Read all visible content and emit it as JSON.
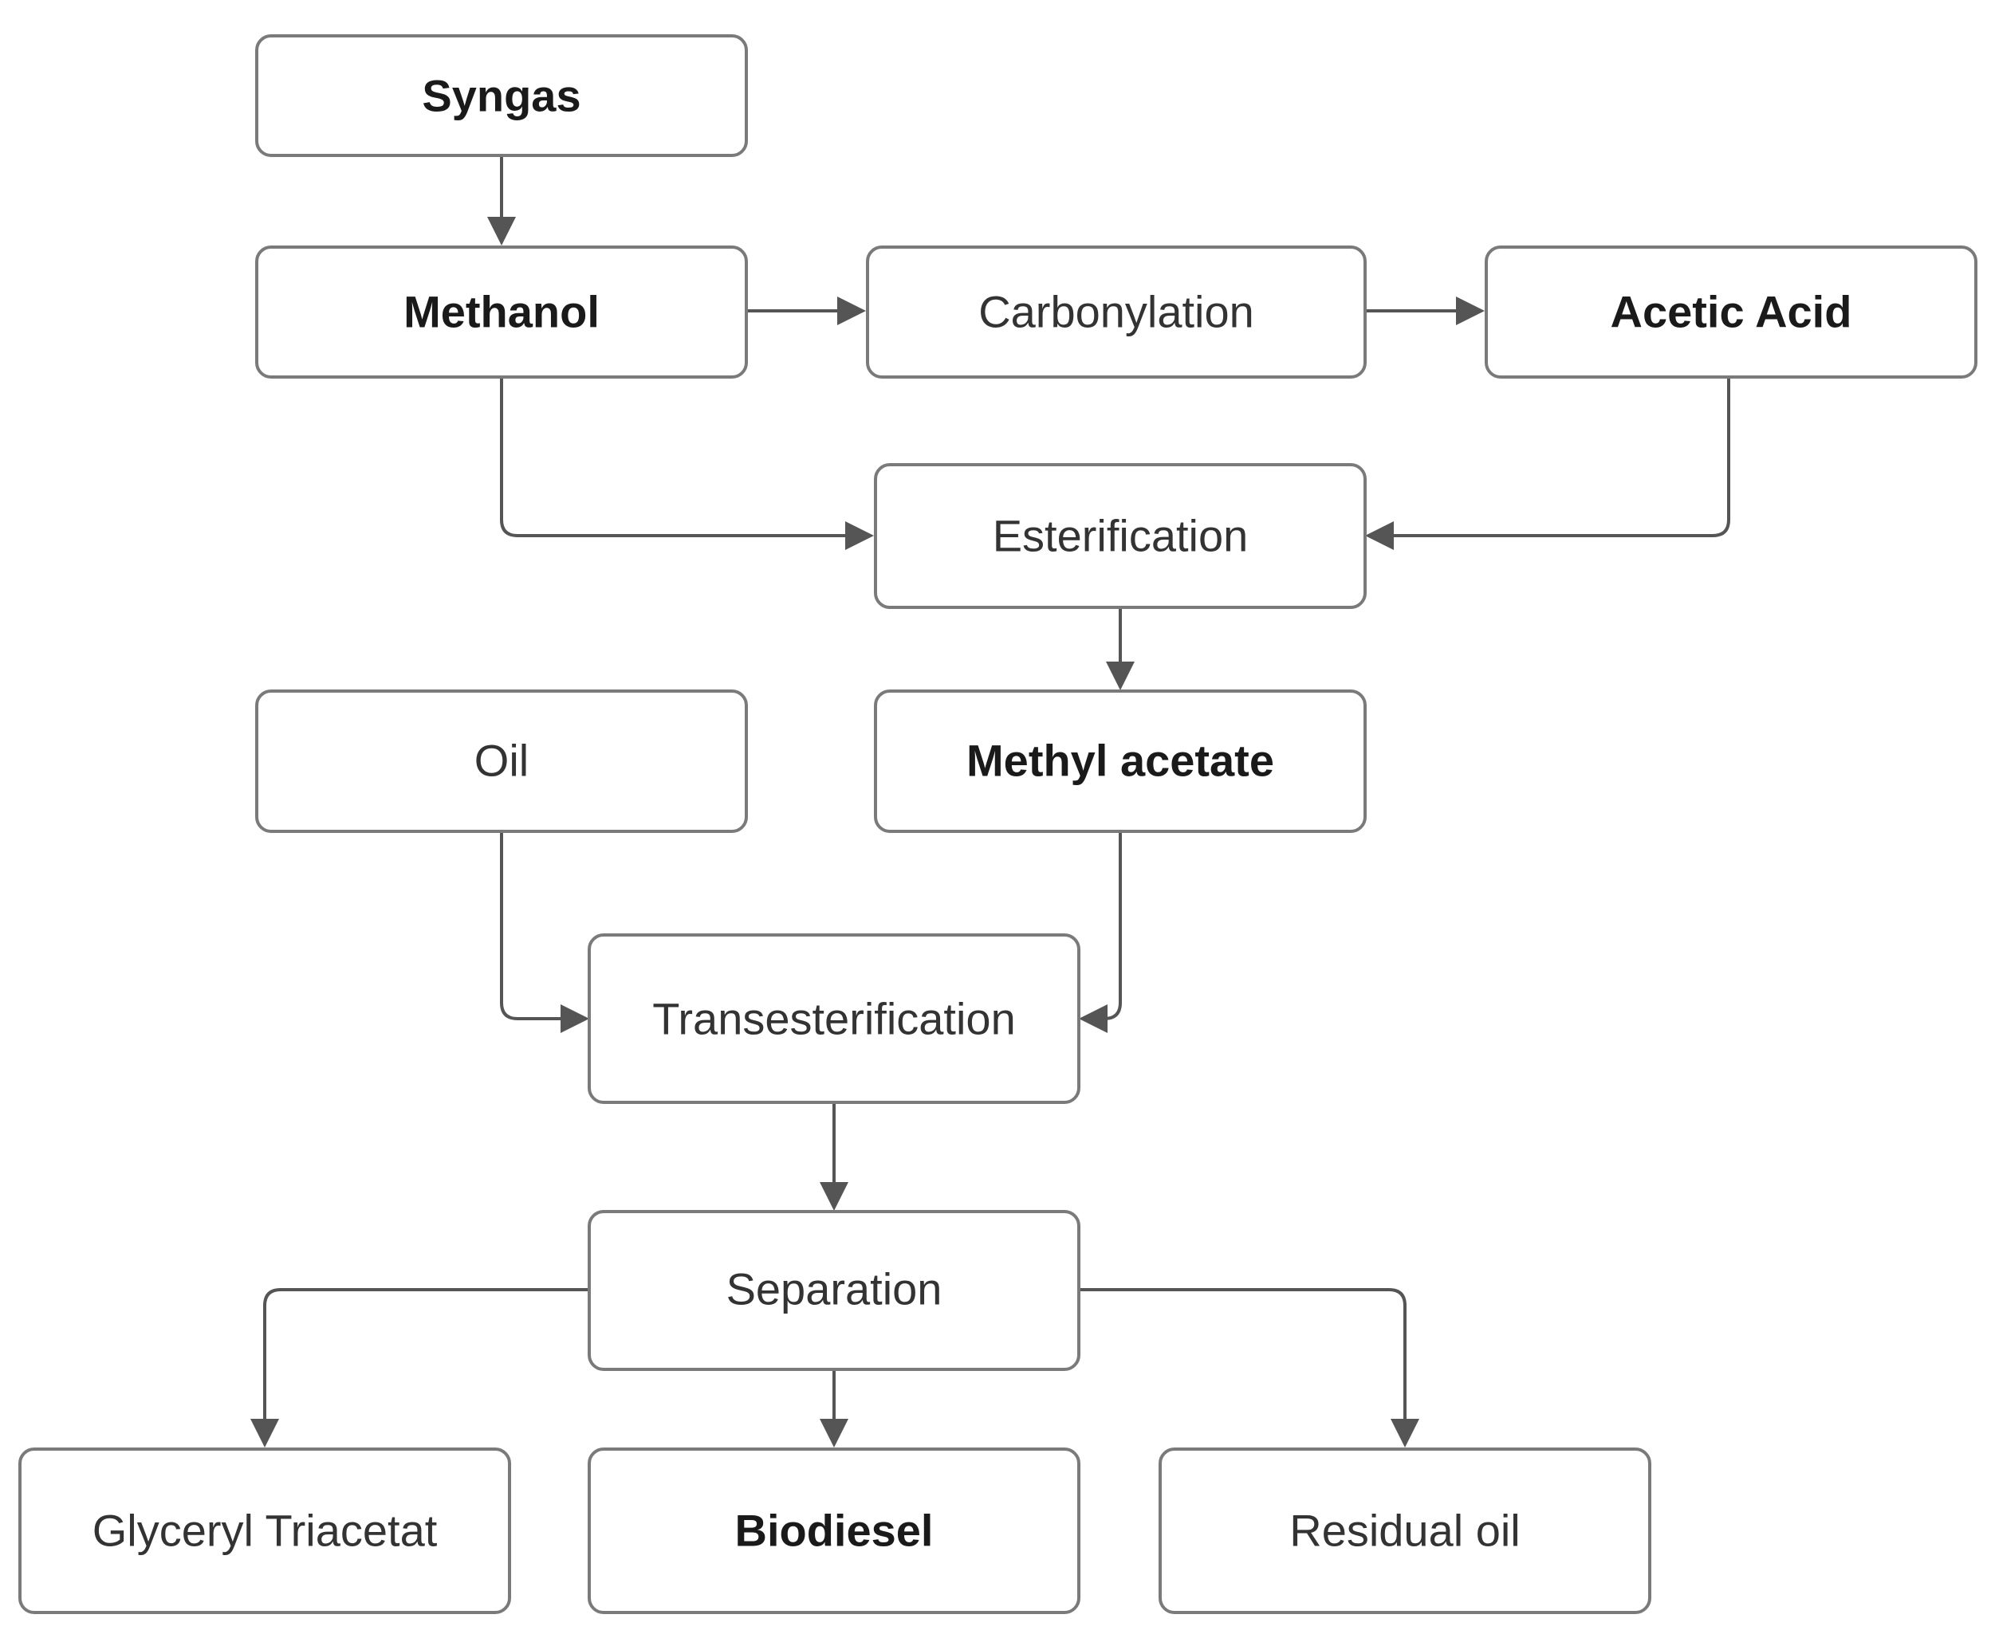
{
  "diagram": {
    "nodes": {
      "syngas": "Syngas",
      "methanol": "Methanol",
      "carbonylation": "Carbonylation",
      "acetic_acid": "Acetic Acid",
      "esterification": "Esterification",
      "oil": "Oil",
      "methyl_acetate": "Methyl acetate",
      "transesterification": "Transesterification",
      "separation": "Separation",
      "glyceryl_triacetat": "Glyceryl Triacetat",
      "biodiesel": "Biodiesel",
      "residual_oil": "Residual oil"
    },
    "colors": {
      "box_border": "#7a7a7a",
      "connector": "#555555",
      "text": "#333333",
      "text_bold": "#1a1a1a",
      "background": "#ffffff"
    }
  }
}
